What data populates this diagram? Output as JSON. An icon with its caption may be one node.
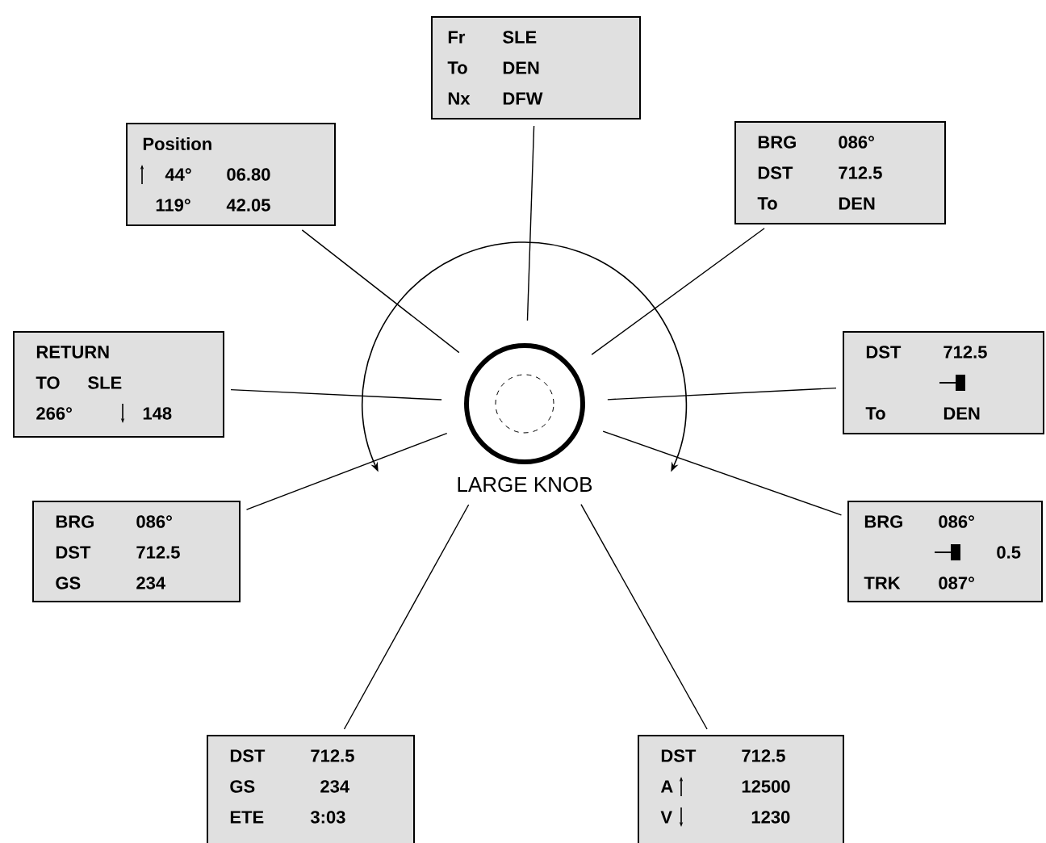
{
  "diagram": {
    "nodes": [
      {
        "text": [
          "LARGE KNOB"
        ]
      },
      {
        "text": [
          "Fr",
          "SLE",
          "To",
          "DEN",
          "Nx",
          "DFW"
        ]
      },
      {
        "text": [
          "Position",
          "44°",
          "06.80",
          "119°",
          "42.05"
        ]
      },
      {
        "text": [
          "BRG",
          "086°",
          "DST",
          "712.5",
          "To",
          "DEN"
        ]
      },
      {
        "text": [
          "RETURN",
          "TO",
          "SLE",
          "266°",
          "148"
        ]
      },
      {
        "text": [
          "DST",
          "712.5",
          "To",
          "DEN"
        ]
      },
      {
        "text": [
          "BRG",
          "086°",
          "DST",
          "712.5",
          "GS",
          "234"
        ]
      },
      {
        "text": [
          "BRG",
          "086°",
          "0.5",
          "TRK",
          "087°"
        ]
      },
      {
        "text": [
          "DST",
          "712.5",
          "GS",
          "234",
          "ETE",
          "3:03"
        ]
      },
      {
        "text": [
          "DST",
          "712.5",
          "A",
          "12500",
          "V",
          "1230"
        ]
      }
    ],
    "edges": [
      {
        "from": 1,
        "to": 0,
        "arrow": "none"
      },
      {
        "from": 2,
        "to": 0,
        "arrow": "none"
      },
      {
        "from": 3,
        "to": 0,
        "arrow": "none"
      },
      {
        "from": 4,
        "to": 0,
        "arrow": "none"
      },
      {
        "from": 5,
        "to": 0,
        "arrow": "none"
      },
      {
        "from": 6,
        "to": 0,
        "arrow": "none"
      },
      {
        "from": 7,
        "to": 0,
        "arrow": "none"
      },
      {
        "from": 8,
        "to": 0,
        "arrow": "none"
      },
      {
        "from": 9,
        "to": 0,
        "arrow": "none"
      }
    ]
  }
}
